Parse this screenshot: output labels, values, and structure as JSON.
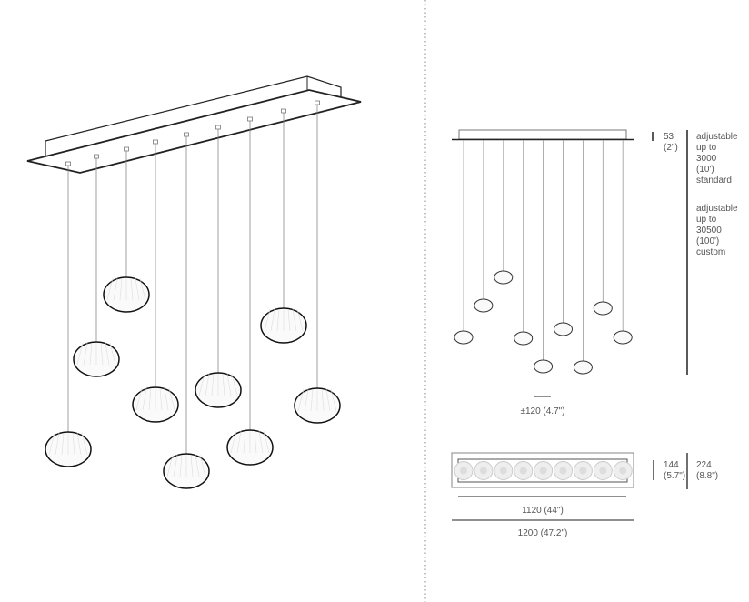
{
  "elevation": {
    "canopy_height": {
      "mm": "53",
      "in": "(2\")"
    },
    "standard": [
      "adjustable",
      "up to",
      "3000",
      "(10')",
      "standard"
    ],
    "custom": [
      "adjustable",
      "up to",
      "30500",
      "(100')",
      "custom"
    ],
    "drop_variance": "±120 (4.7\")"
  },
  "plan": {
    "inner_depth": {
      "mm": "144",
      "in": "(5.7\")"
    },
    "outer_depth": {
      "mm": "224",
      "in": "(8.8\")"
    },
    "inner_length": "1120 (44\")",
    "outer_length": "1200 (47.2\")"
  },
  "pendant_count": 9
}
